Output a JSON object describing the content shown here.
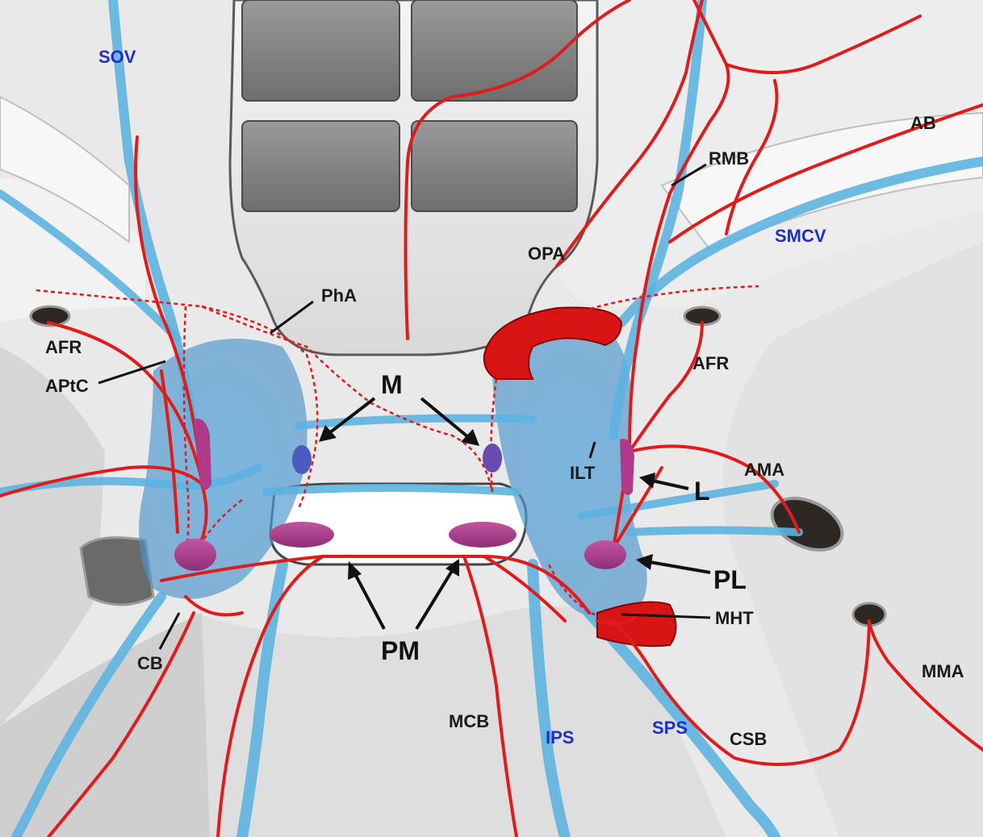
{
  "labels": {
    "sov": "SOV",
    "ab": "AB",
    "rmb": "RMB",
    "smcv": "SMCV",
    "opa": "OPA",
    "pha": "PhA",
    "afr_left": "AFR",
    "aptc": "APtC",
    "afr_right": "AFR",
    "m": "M",
    "ilt": "ILT",
    "ama": "AMA",
    "l": "L",
    "pl": "PL",
    "mht": "MHT",
    "pm": "PM",
    "cb": "CB",
    "mma": "MMA",
    "mcb": "MCB",
    "ips": "IPS",
    "sps": "SPS",
    "csb": "CSB"
  },
  "colors": {
    "artery": "#e01b1b",
    "vein": "#5db3e0",
    "sinus_node": "#b03a8a",
    "blue_label": "#1f2fc4",
    "dark_label": "#1a1a1a",
    "bone": "#eeeeee"
  }
}
